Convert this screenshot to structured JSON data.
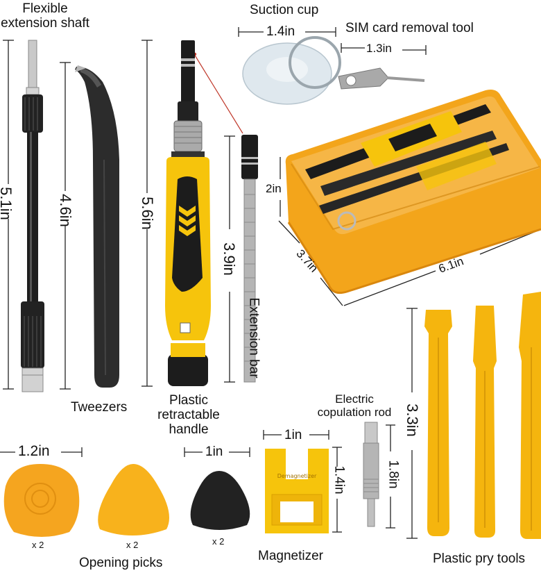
{
  "colors": {
    "tool_yellow": "#f6c40c",
    "pry_yellow": "#f5b50e",
    "pick_orange": "#f5a51f",
    "pick_yellow": "#f8b21c",
    "black": "#1c1c1c",
    "steel": "#b9b9b9",
    "case_orange": "#f3a51b"
  },
  "labels": {
    "extension_shaft": [
      "Flexible",
      "extension shaft"
    ],
    "suction_cup": "Suction cup",
    "sim_tool": "SIM card removal tool",
    "tweezers": "Tweezers",
    "handle": [
      "Plastic",
      "retractable",
      "handle"
    ],
    "extension_bar": "Extension bar",
    "electric_rod": [
      "Electric",
      "copulation rod"
    ],
    "opening_picks": "Opening picks",
    "magnetizer": "Magnetizer",
    "pry_tools": "Plastic pry tools"
  },
  "dimensions": {
    "shaft": "5.1in",
    "tweezers": "4.6in",
    "handle": "5.6in",
    "bar": "3.9in",
    "suction": "1.4in",
    "sim": "1.3in",
    "case_height": "2in",
    "case_depth": "3.7in",
    "case_width": "6.1in",
    "pry": "3.3in",
    "rod": "1.8in",
    "magnetizer_width": "1in",
    "magnetizer_height": "1.4in",
    "pick_large": "1.2in",
    "pick_small": "1in"
  },
  "quantities": [
    "x 2",
    "x 2",
    "x 2"
  ],
  "magnetizer_brand": "Demagnetizer"
}
